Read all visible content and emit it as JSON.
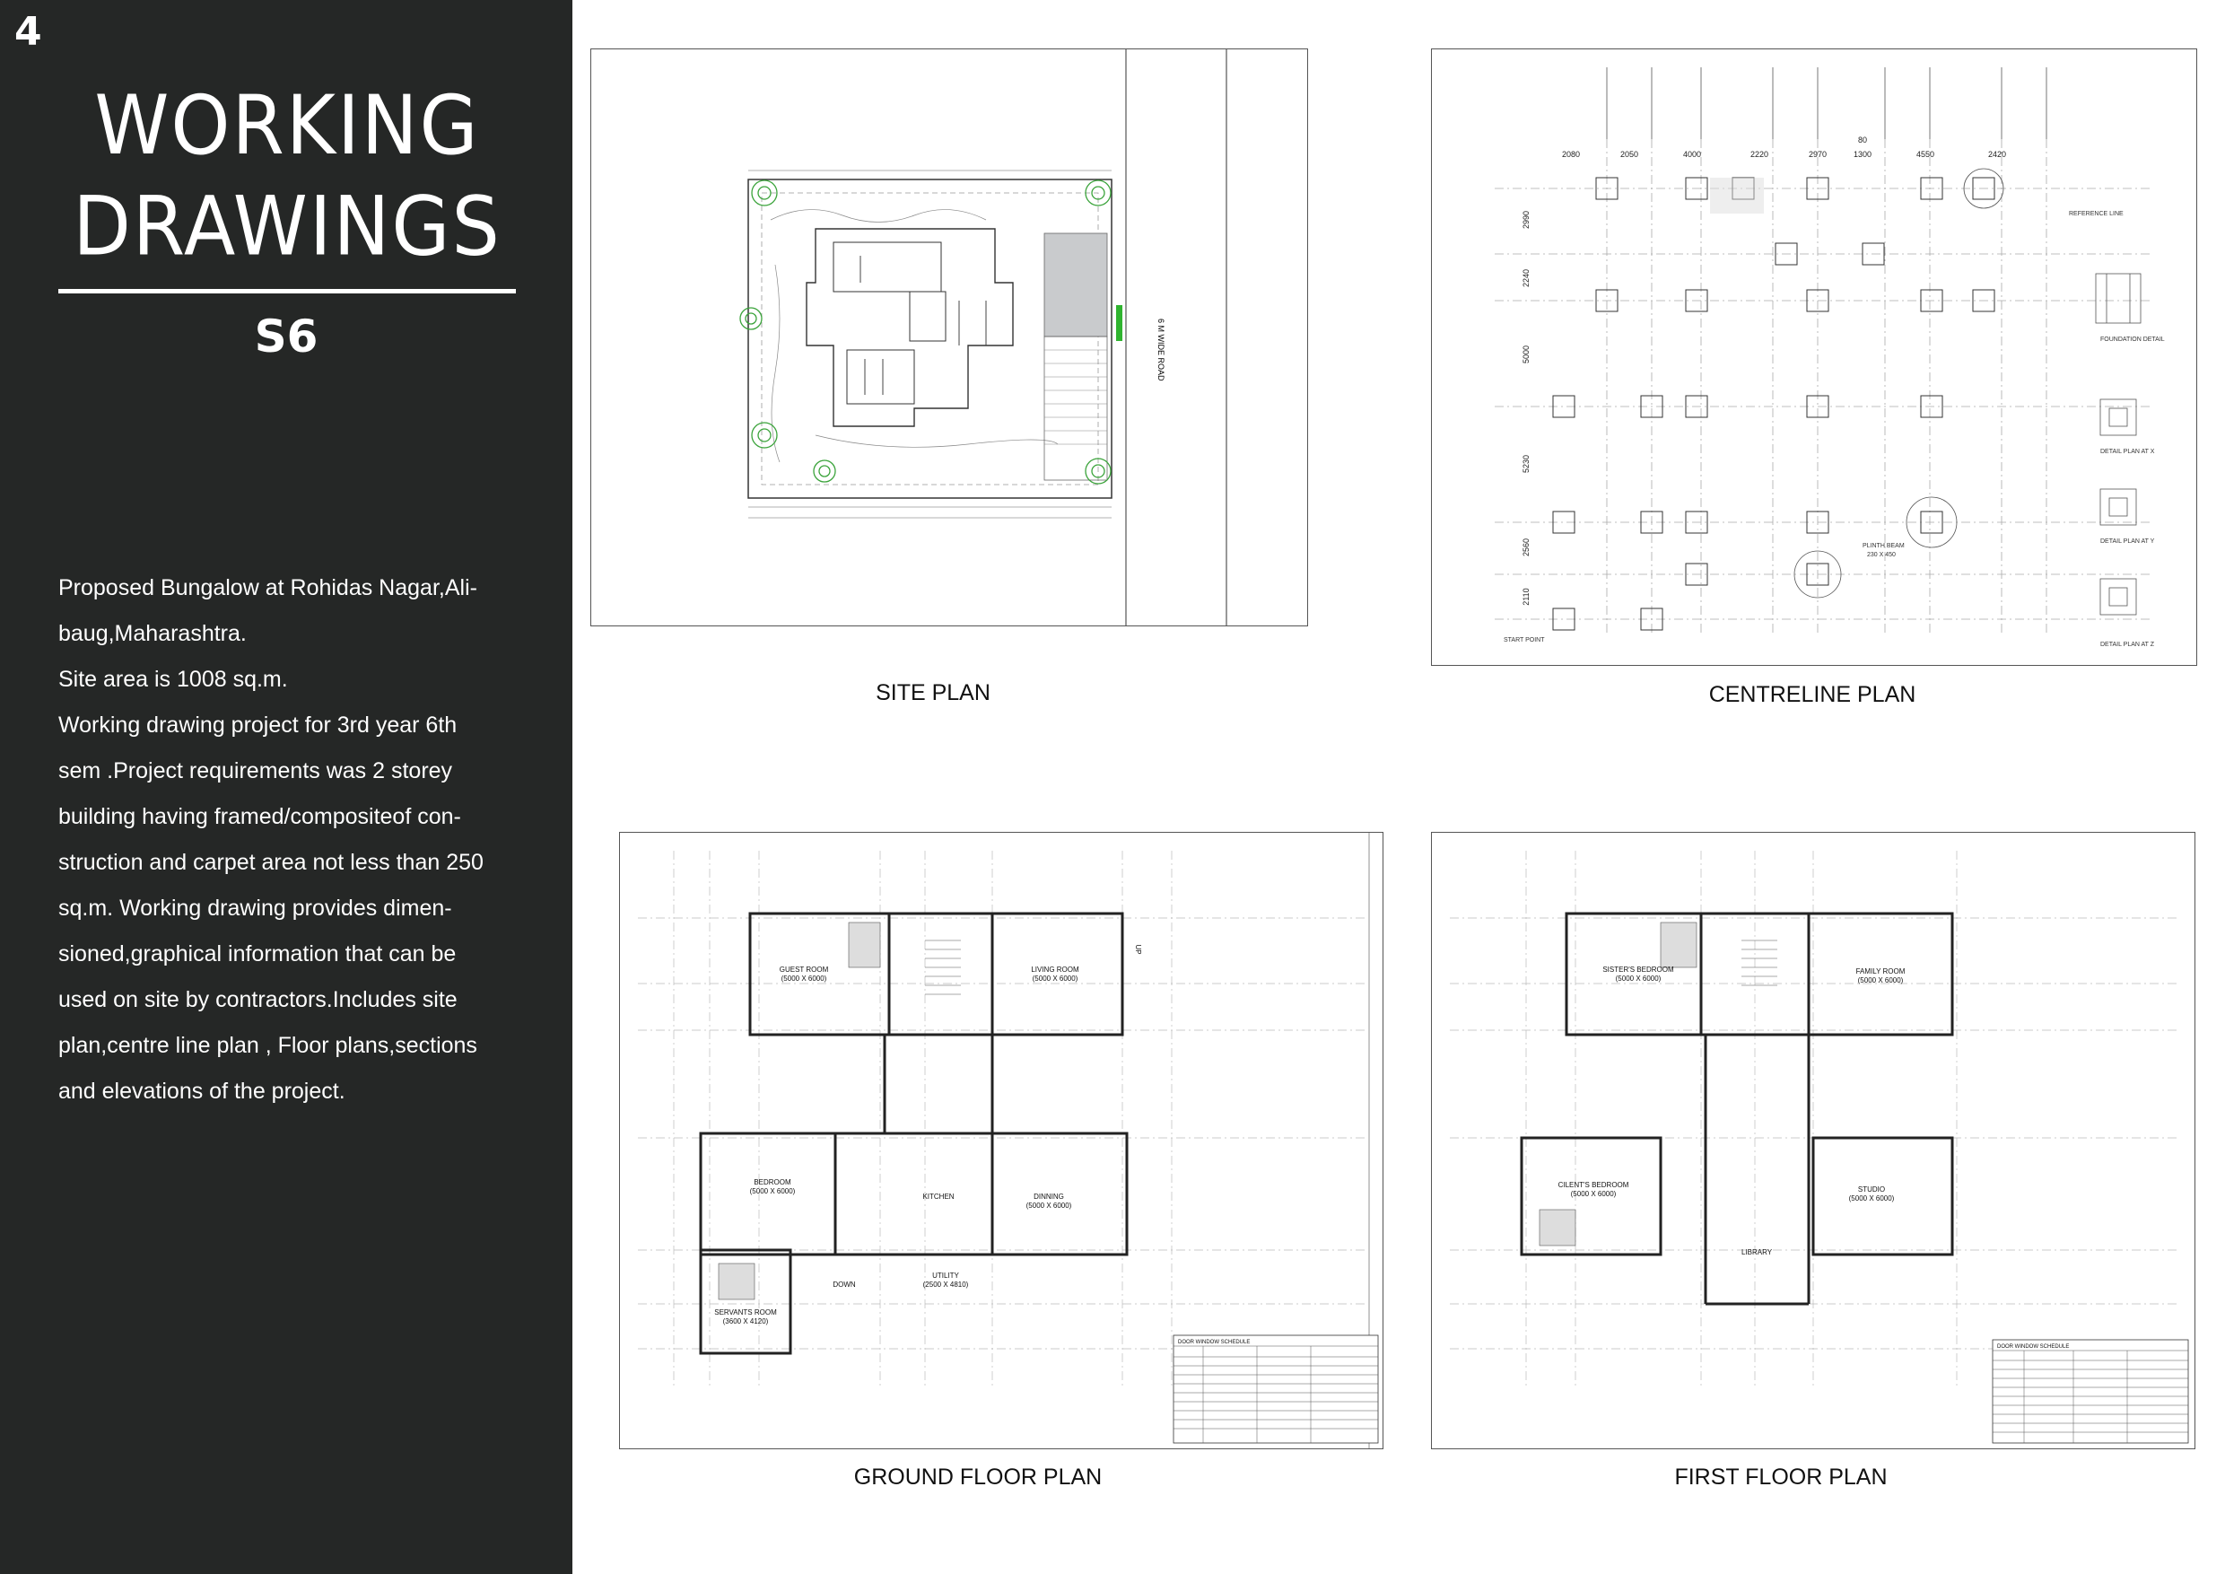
{
  "sidebar": {
    "page_number": "4",
    "title_line1": "WORKING",
    "title_line2": "DRAWINGS",
    "code": "S6",
    "description": [
      "Proposed Bungalow at Rohidas Nagar,Ali-",
      "baug,Maharashtra.",
      "Site area is 1008 sq.m.",
      "Working drawing project for 3rd year 6th",
      "sem .Project requirements was 2 storey",
      "building having framed/compositeof con-",
      "struction and carpet area not less than 250",
      "sq.m. Working drawing provides dimen-",
      "sioned,graphical information that can be",
      "used on site by contractors.Includes site",
      "plan,centre line plan , Floor plans,sections",
      "and elevations of the project."
    ]
  },
  "drawings": {
    "site_plan": {
      "caption": "SITE PLAN",
      "road_label": "6 M WIDE ROAD"
    },
    "centreline_plan": {
      "caption": "CENTRELINE PLAN",
      "top_dims": [
        "2080",
        "2050",
        "4000",
        "2220",
        "2970",
        "80",
        "1300",
        "4550",
        "2420"
      ],
      "side_dims": [
        "2990",
        "2240",
        "5000",
        "5230",
        "2560",
        "2110"
      ],
      "labels": {
        "reference": "REFERENCE LINE",
        "start": "START POINT",
        "plinth": "PLINTH BEAM",
        "plinth_size": "230 X 450",
        "foundation": "FOUNDATION DETAIL",
        "detail_x": "DETAIL PLAN AT X",
        "detail_y": "DETAIL PLAN AT Y",
        "detail_z": "DETAIL PLAN AT Z"
      }
    },
    "ground_floor_plan": {
      "caption": "GROUND FLOOR PLAN",
      "rooms": {
        "guest": "GUEST ROOM",
        "guest_size": "(5000 X 6000)",
        "living": "LIVING ROOM",
        "living_size": "(5000 X 6000)",
        "bedroom": "BEDROOM",
        "bedroom_size": "(5000 X 6000)",
        "kitchen": "KITCHEN",
        "dinning": "DINNING",
        "dinning_size": "(5000 X 6000)",
        "utility": "UTILITY",
        "utility_size": "(2500 X 4810)",
        "servants": "SERVANTS ROOM",
        "servants_size": "(3600 X 4120)",
        "down": "DOWN",
        "up": "UP"
      },
      "schedule_title": "DOOR WINDOW SCHEDULE"
    },
    "first_floor_plan": {
      "caption": "FIRST FLOOR PLAN",
      "rooms": {
        "sister": "SISTER'S BEDROOM",
        "sister_size": "(5000 X 6000)",
        "family": "FAMILY ROOM",
        "family_size": "(5000 X 6000)",
        "client": "CILENT'S BEDROOM",
        "client_size": "(5000 X 6000)",
        "studio": "STUDIO",
        "studio_size": "(5000 X 6000)",
        "library": "LIBRARY"
      },
      "schedule_title": "DOOR WINDOW SCHEDULE"
    }
  }
}
